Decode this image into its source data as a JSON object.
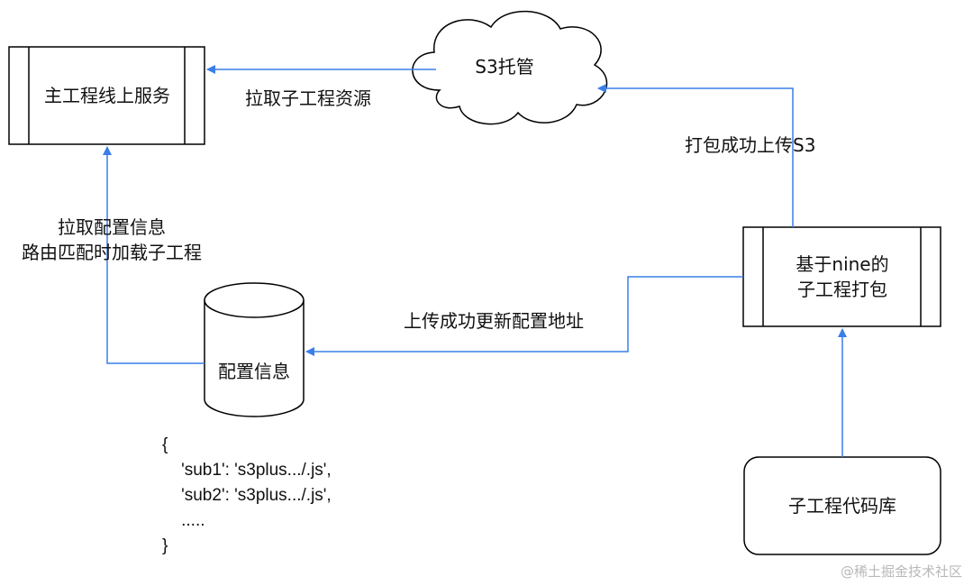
{
  "nodes": {
    "main_service": "主工程线上服务",
    "s3": "S3托管",
    "build": [
      "基于nine的",
      "子工程打包"
    ],
    "config": "配置信息",
    "repo": "子工程代码库"
  },
  "edges": {
    "pull_resources": "拉取子工程资源",
    "upload_s3": "打包成功上传S3",
    "pull_config": [
      "拉取配置信息",
      "路由匹配时加载子工程"
    ],
    "update_config": "上传成功更新配置地址"
  },
  "code_sample": [
    "{",
    "    'sub1': 's3plus.../.js',",
    "    'sub2': 's3plus.../.js',",
    "    .....",
    "}"
  ],
  "watermark": "@稀土掘金技术社区",
  "colors": {
    "arrow": "#3a7ee8",
    "stroke": "#000000"
  }
}
